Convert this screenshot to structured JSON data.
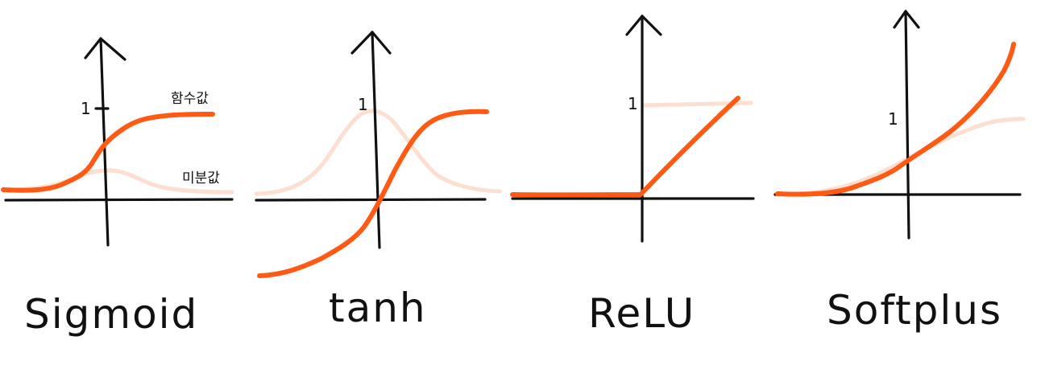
{
  "colors": {
    "function_curve": "#ff5a14",
    "derivative_curve": "#f7a47c",
    "axis": "#111111",
    "background": "#ffffff"
  },
  "panels": [
    {
      "name": "Sigmoid",
      "tick_label": "1",
      "function_label": "함수값",
      "derivative_label": "미분값"
    },
    {
      "name": "tanh",
      "tick_label": "1"
    },
    {
      "name": "ReLU",
      "tick_label": "1"
    },
    {
      "name": "Softplus",
      "tick_label": "1"
    }
  ]
}
